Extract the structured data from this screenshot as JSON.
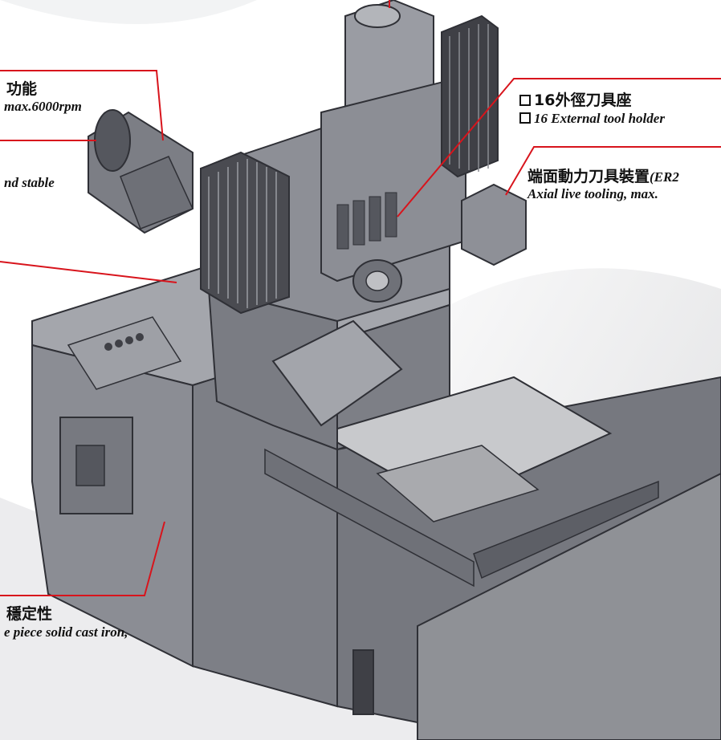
{
  "callouts": {
    "spindle": {
      "zh": "功能",
      "en": "max.6000rpm"
    },
    "stable": {
      "en": "nd stable"
    },
    "tool_holder": {
      "zh": "16外徑刀具座",
      "en": "16 External tool holder"
    },
    "live_tooling": {
      "zh_main": "端面動力刀具裝置",
      "zh_suffix": "(ER2",
      "en": "Axial live tooling, max."
    },
    "base": {
      "zh": "穩定性",
      "en": "e piece solid cast iron,"
    }
  },
  "colors": {
    "callout_line": "#d8141c",
    "machine_body": "#8a8c93",
    "machine_dark": "#3f4046",
    "background_wave": "#d9dadd"
  },
  "icons": {
    "square_marker": "square-outline-icon"
  }
}
